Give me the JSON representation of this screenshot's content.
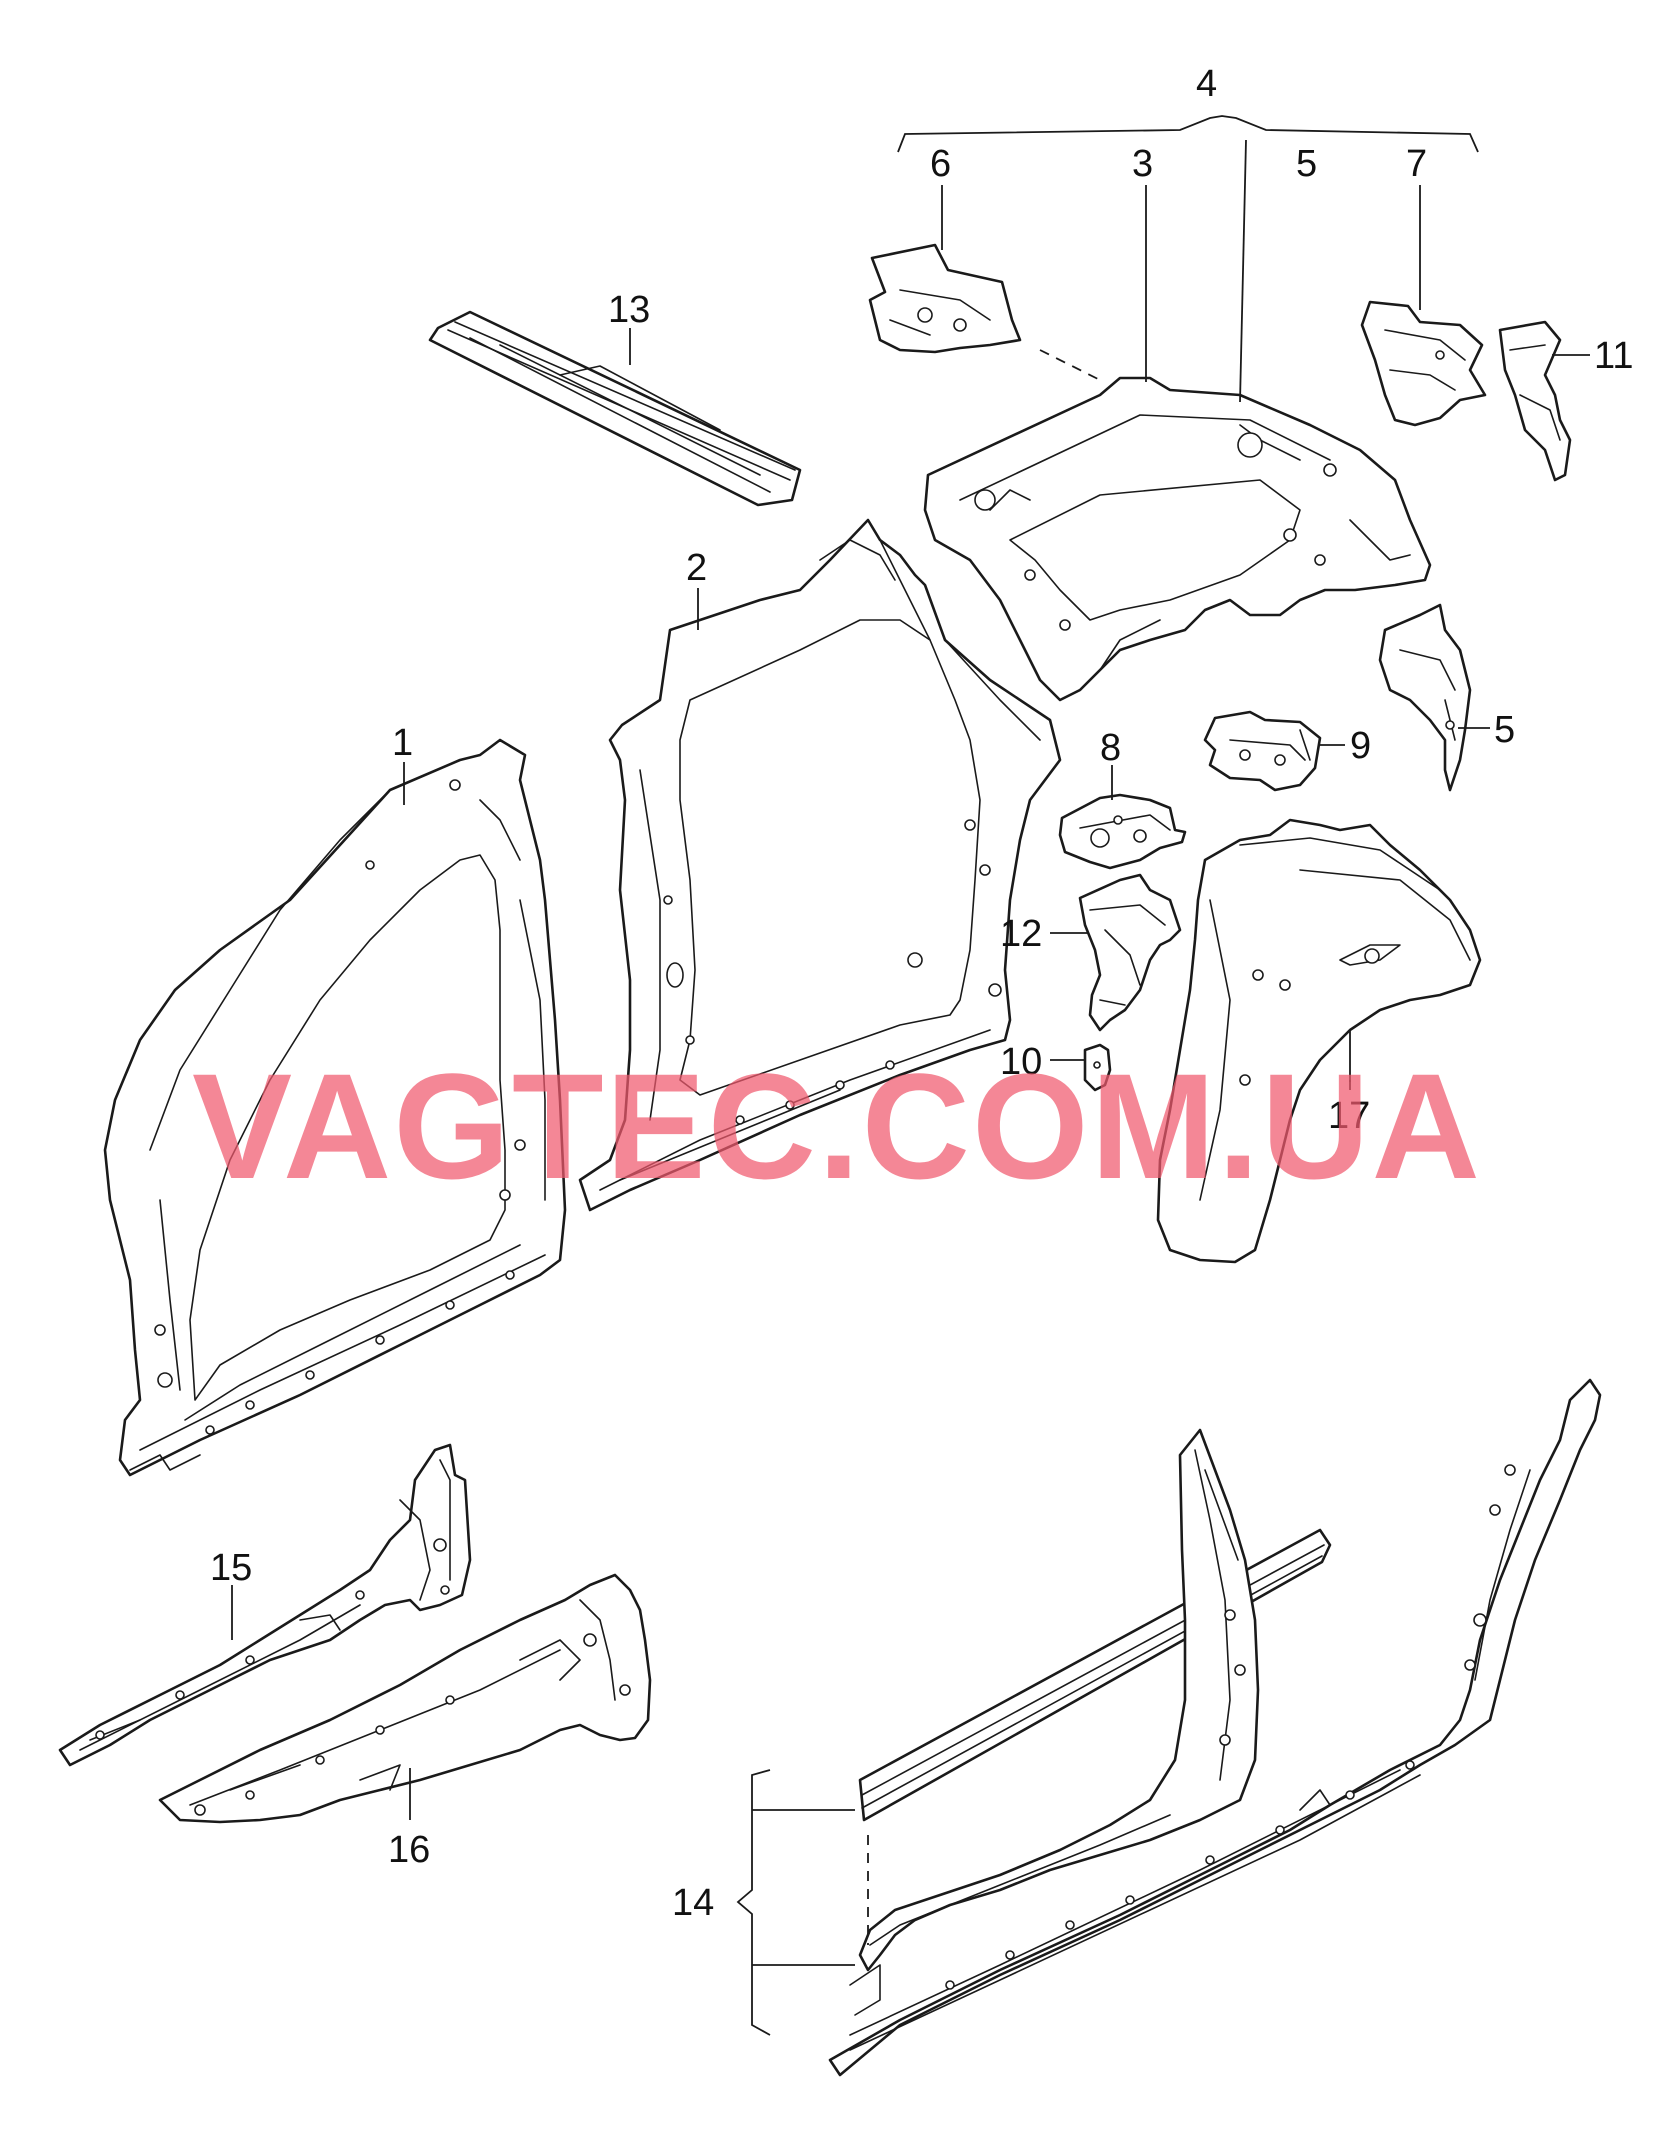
{
  "watermark": "VAGTEC.COM.UA",
  "callouts": {
    "c1": "1",
    "c2": "2",
    "c3": "3",
    "c4": "4",
    "c5a": "5",
    "c5b": "5",
    "c6": "6",
    "c7": "7",
    "c8": "8",
    "c9": "9",
    "c10": "10",
    "c11": "11",
    "c12": "12",
    "c13": "13",
    "c14": "14",
    "c15": "15",
    "c16": "16",
    "c17": "17"
  }
}
